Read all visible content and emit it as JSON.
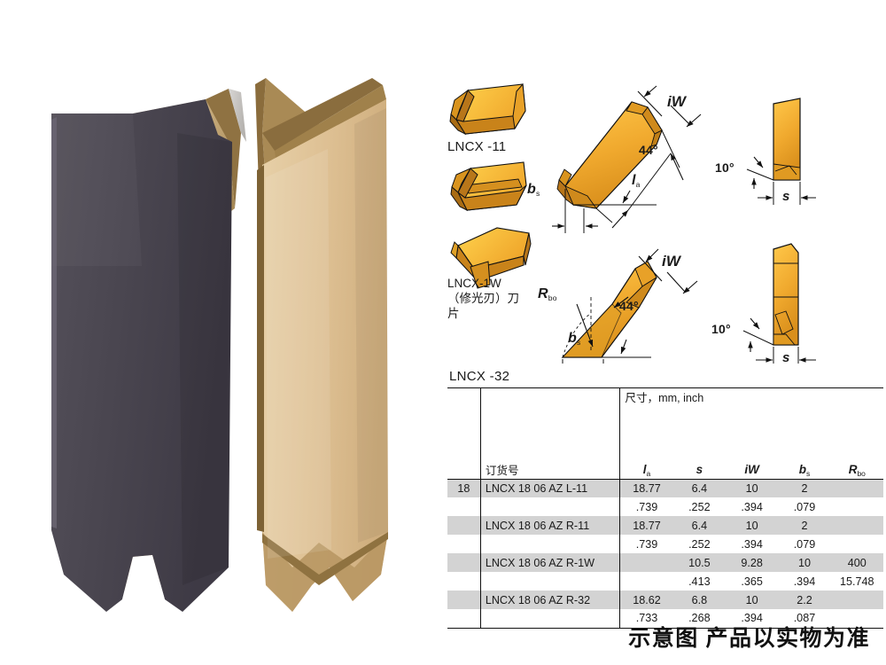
{
  "photo": {
    "alt": "carbide-milling-insert-macro-photo",
    "colors": {
      "insert_face": "#4a4650",
      "insert_face_dark": "#3c3843",
      "body_gold": "#d9b98a",
      "body_gold_light": "#e5cda6",
      "body_gold_dark": "#9c7b4a",
      "background": "#ffffff"
    }
  },
  "diagrams": {
    "insert_color": "#f0a92e",
    "insert_color_light": "#ffd24d",
    "insert_color_dark": "#c07f18",
    "row1": {
      "label": "LNCX -11",
      "angle": "44°",
      "relief_angle": "10°",
      "dim_iw": "iW",
      "dim_la": "l",
      "dim_la_sub": "a",
      "dim_bs": "b",
      "dim_bs_sub": "s",
      "dim_s": "s"
    },
    "row2": {
      "label": "LNCX-1W",
      "label_cn": "（修光刃）刀片",
      "angle": "44°",
      "relief_angle": "10°",
      "dim_iw": "iW",
      "dim_rbo": "R",
      "dim_rbo_sub": "bo",
      "dim_bs": "b",
      "dim_bs_sub": "s",
      "dim_s": "s"
    }
  },
  "table": {
    "title": "LNCX -32",
    "unit_header": "尺寸，mm, inch",
    "col_order_header": "订货号",
    "col_size_header": "",
    "headers": [
      {
        "sym": "l",
        "sub": "a"
      },
      {
        "sym": "s",
        "sub": ""
      },
      {
        "sym": "iW",
        "sub": ""
      },
      {
        "sym": "b",
        "sub": "s"
      },
      {
        "sym": "R",
        "sub": "bo"
      }
    ],
    "rows": [
      {
        "size": "18",
        "order": "LNCX 18 06 AZ L-11",
        "shaded": true,
        "la": "18.77",
        "s": "6.4",
        "iw": "10",
        "bs": "2",
        "rbo": ""
      },
      {
        "size": "",
        "order": "",
        "shaded": false,
        "la": ".739",
        "s": ".252",
        "iw": ".394",
        "bs": ".079",
        "rbo": ""
      },
      {
        "size": "",
        "order": "LNCX 18 06 AZ R-11",
        "shaded": true,
        "la": "18.77",
        "s": "6.4",
        "iw": "10",
        "bs": "2",
        "rbo": ""
      },
      {
        "size": "",
        "order": "",
        "shaded": false,
        "la": ".739",
        "s": ".252",
        "iw": ".394",
        "bs": ".079",
        "rbo": ""
      },
      {
        "size": "",
        "order": "LNCX 18 06 AZ R-1W",
        "shaded": true,
        "la": "",
        "s": "10.5",
        "iw": "9.28",
        "bs": "10",
        "rbo": "400"
      },
      {
        "size": "",
        "order": "",
        "shaded": false,
        "la": "",
        "s": ".413",
        "iw": ".365",
        "bs": ".394",
        "rbo": "15.748"
      },
      {
        "size": "",
        "order": "LNCX 18 06 AZ R-32",
        "shaded": true,
        "la": "18.62",
        "s": "6.8",
        "iw": "10",
        "bs": "2.2",
        "rbo": ""
      },
      {
        "size": "",
        "order": "",
        "shaded": false,
        "la": ".733",
        "s": ".268",
        "iw": ".394",
        "bs": ".087",
        "rbo": ""
      }
    ]
  },
  "caption": "示意图 产品以实物为准"
}
